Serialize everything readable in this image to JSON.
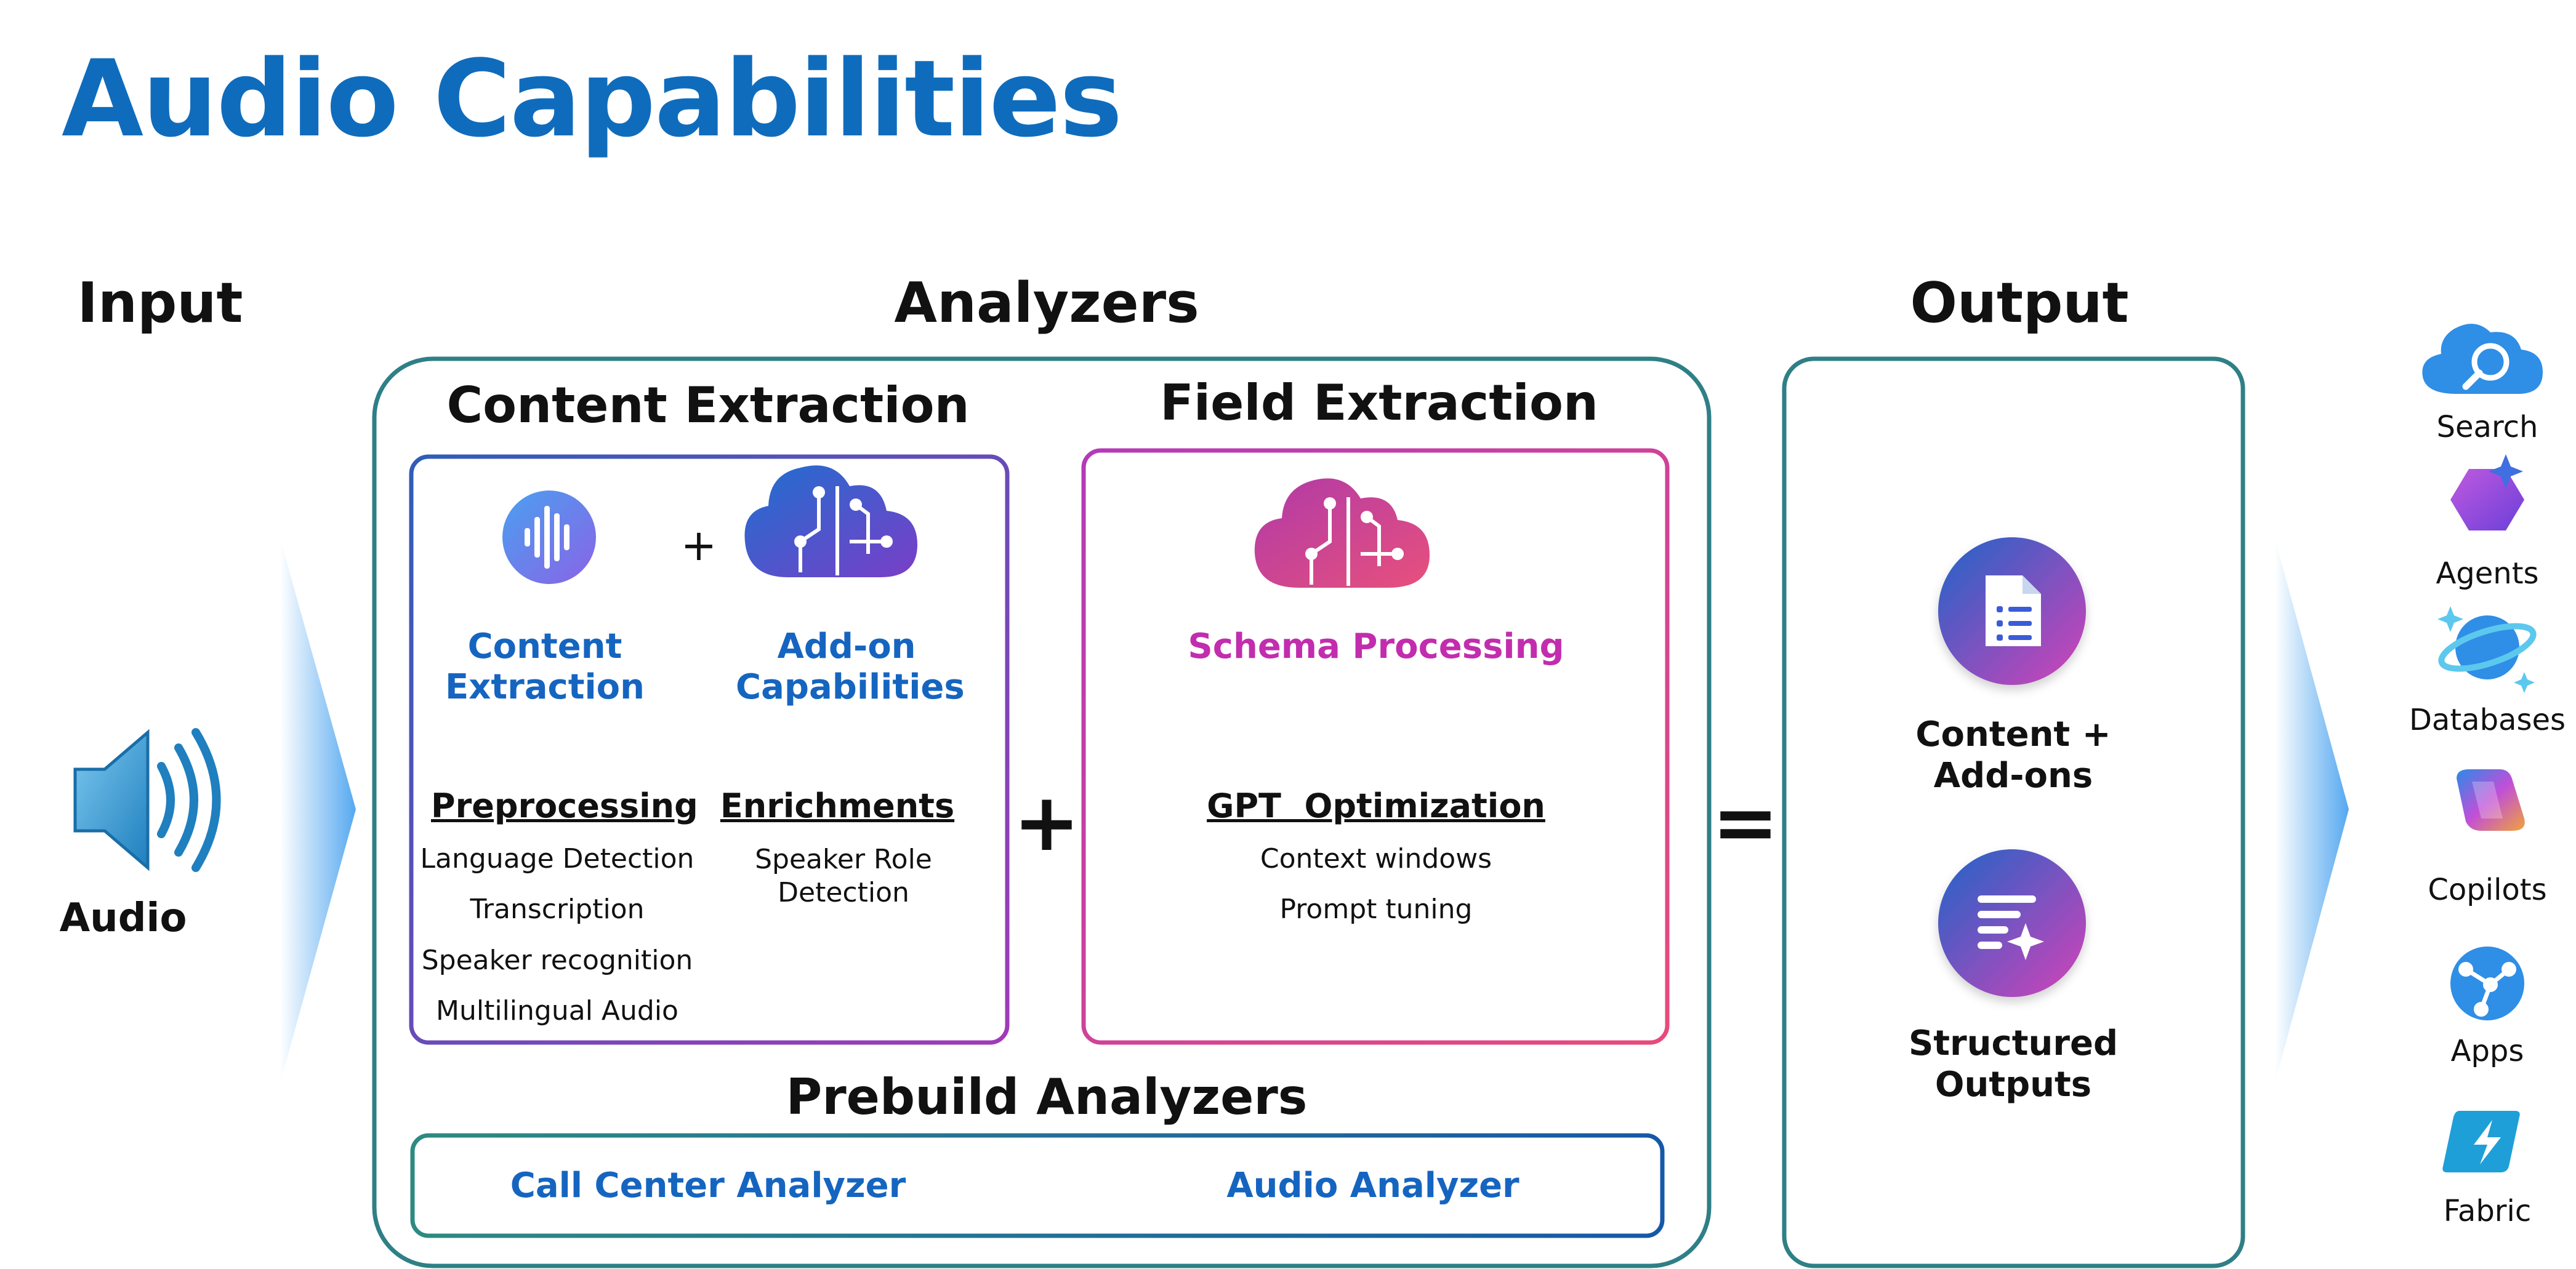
{
  "title": "Audio Capabilities",
  "columns": {
    "input": "Input",
    "analyzers": "Analyzers",
    "output": "Output"
  },
  "input": {
    "label": "Audio",
    "icon": "speaker-icon"
  },
  "content_extraction": {
    "heading": "Content Extraction",
    "left_icon_label": "Content Extraction",
    "right_icon_label": "Add-on Capabilities",
    "plus": "+",
    "preprocessing": {
      "title": "Preprocessing",
      "items": [
        "Language Detection",
        "Transcription",
        "Speaker recognition",
        "Multilingual Audio"
      ]
    },
    "enrichments": {
      "title": "Enrichments",
      "items": [
        "Speaker Role Detection"
      ]
    }
  },
  "operators": {
    "plus": "+",
    "equals": "="
  },
  "field_extraction": {
    "heading": "Field Extraction",
    "icon_label": "Schema Processing",
    "gpt": {
      "title": "GPT  Optimization",
      "items": [
        "Context windows",
        "Prompt tuning"
      ]
    }
  },
  "prebuild": {
    "heading": "Prebuild Analyzers",
    "items": [
      "Call Center Analyzer",
      "Audio Analyzer"
    ]
  },
  "output": {
    "items": [
      "Content + Add-ons",
      "Structured Outputs"
    ]
  },
  "destinations": [
    "Search",
    "Agents",
    "Databases",
    "Copilots",
    "Apps",
    "Fabric"
  ],
  "colors": {
    "title_blue": "#0f6cbd",
    "teal_border": "#2f7f86",
    "label_blue": "#1565c0",
    "schema_pink": "#c22dae"
  }
}
